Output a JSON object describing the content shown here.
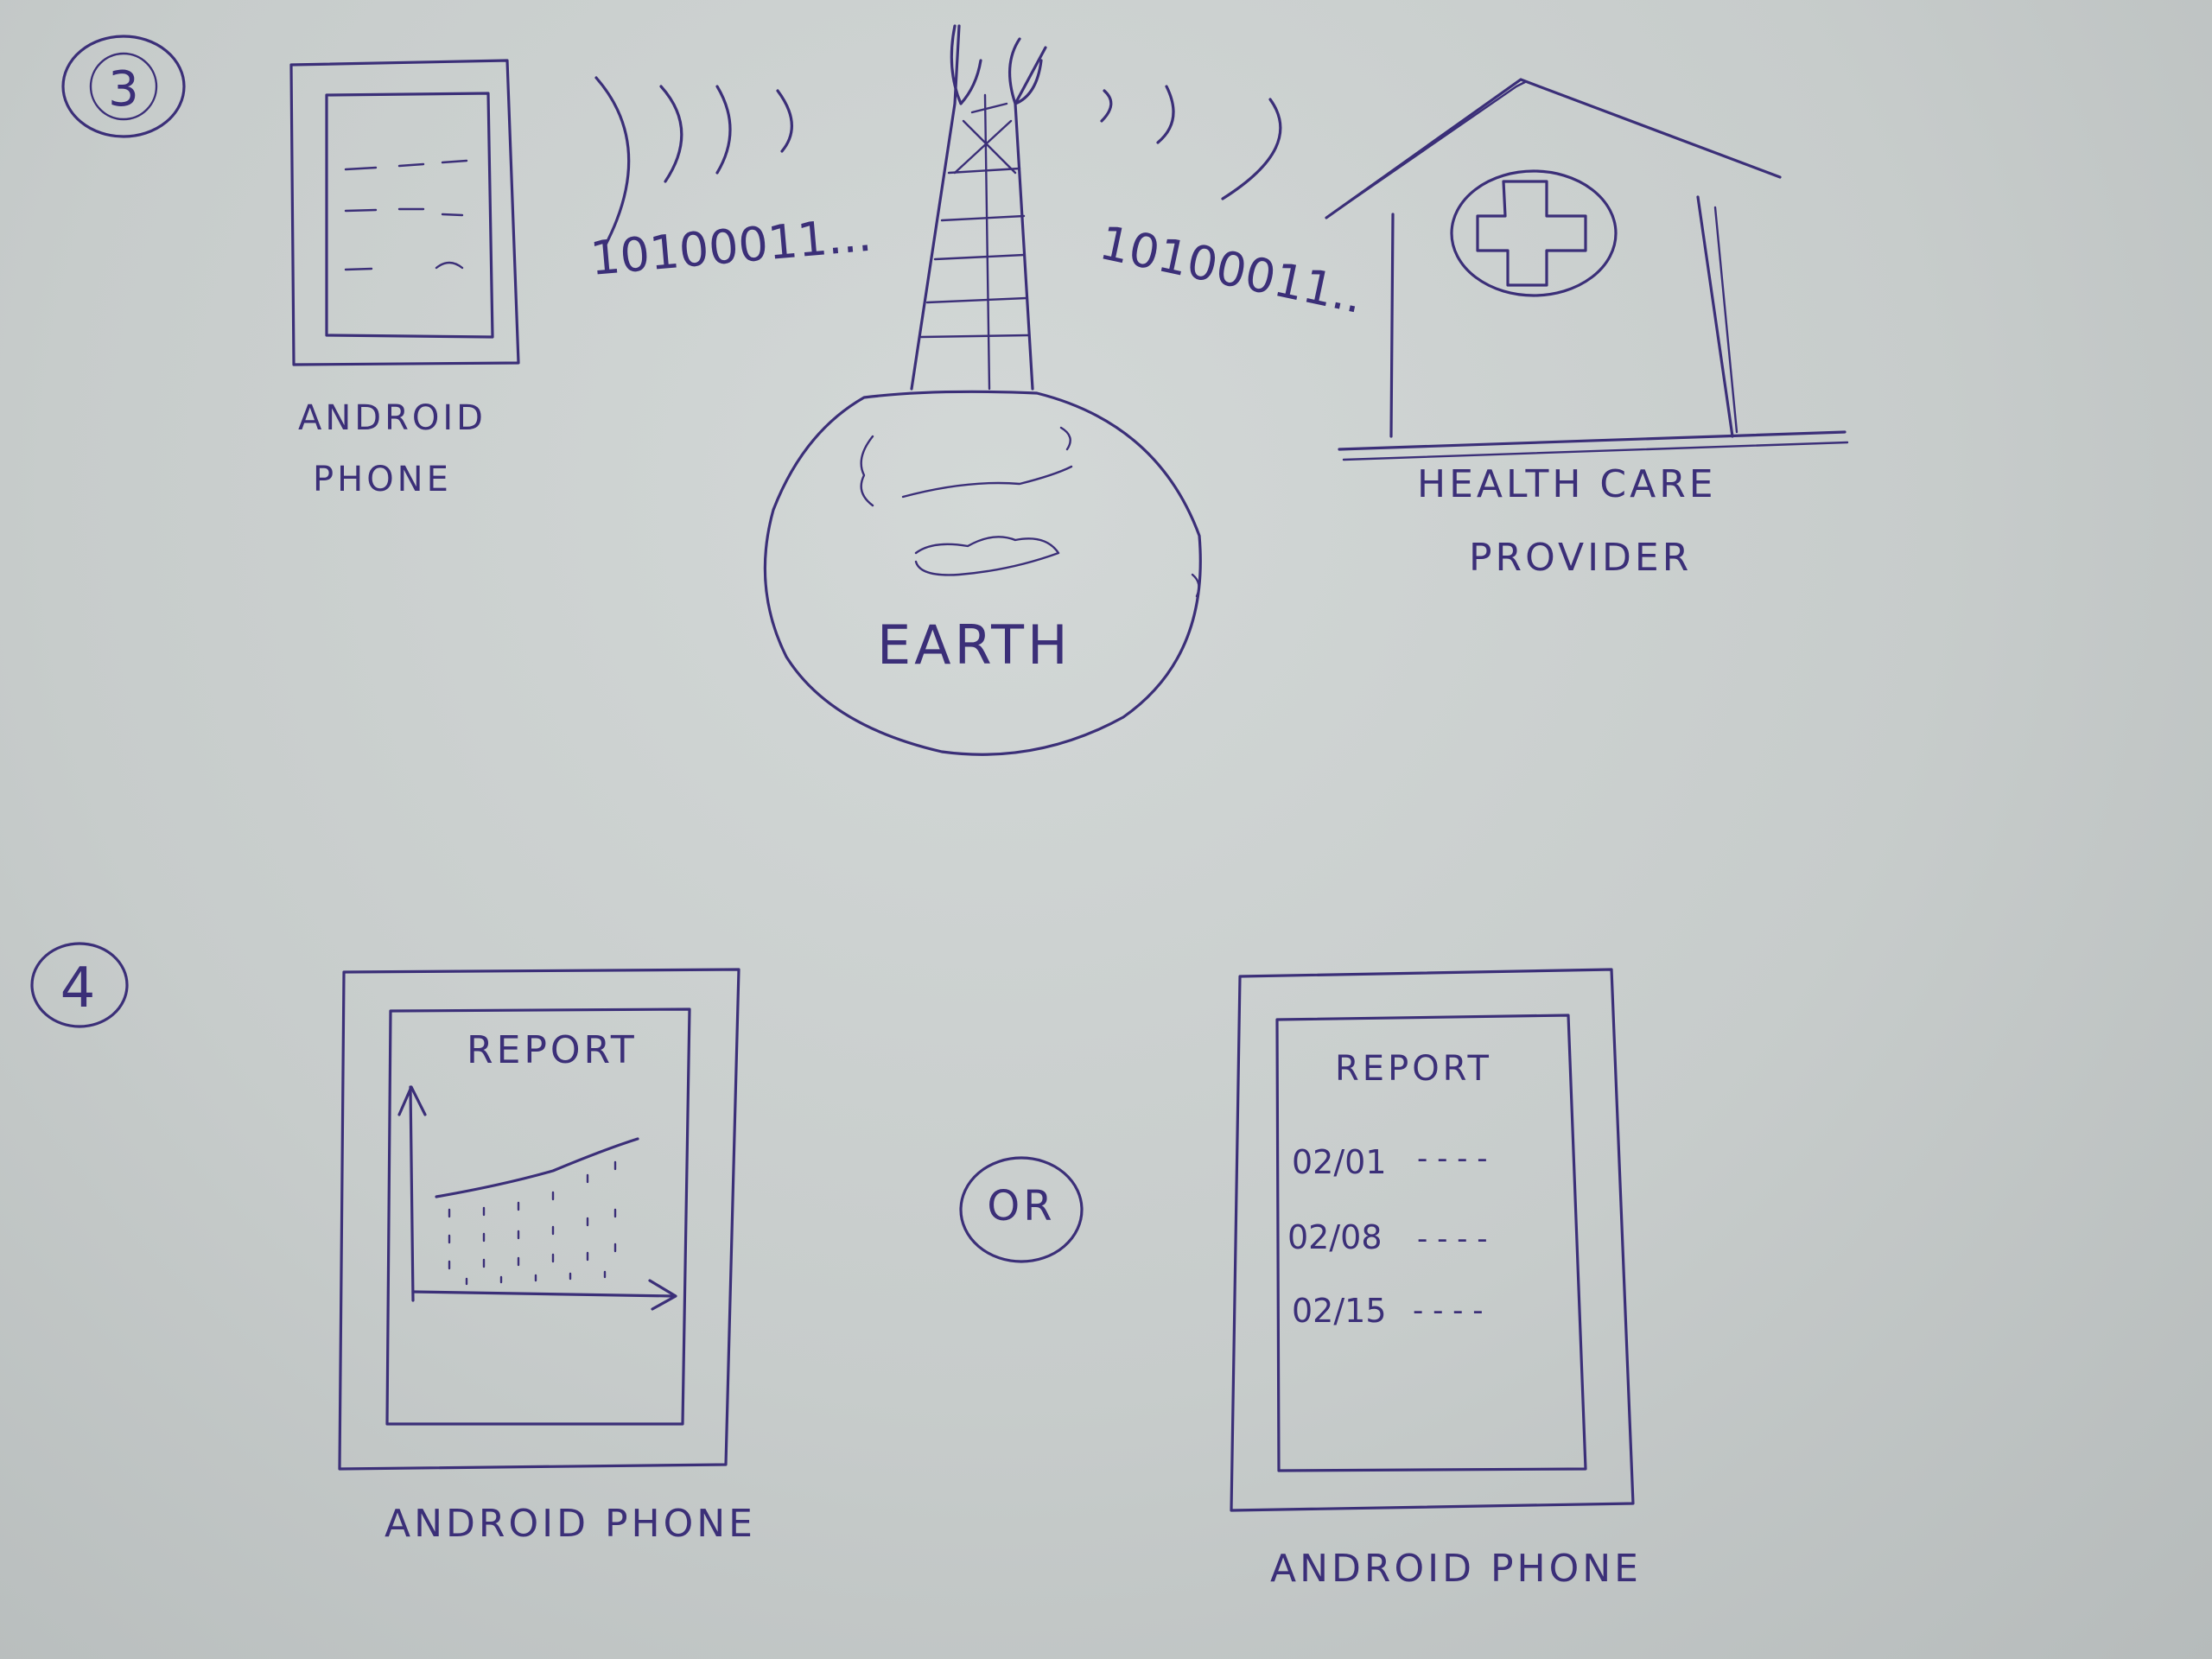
{
  "section3": {
    "step_number": "3",
    "phone_label_line1": "ANDROID",
    "phone_label_line2": "PHONE",
    "binary_left": "10100011...",
    "binary_right": "10100011..",
    "earth_label": "EARTH",
    "provider_label_line1": "HEALTH CARE",
    "provider_label_line2": "PROVIDER"
  },
  "section4": {
    "step_number": "4",
    "or_label": "OR",
    "left_phone": {
      "screen_title": "REPORT",
      "label": "ANDROID PHONE"
    },
    "right_phone": {
      "screen_title": "REPORT",
      "rows": [
        {
          "date": "02/01",
          "value": "- - - -"
        },
        {
          "date": "02/08",
          "value": "- - - -"
        },
        {
          "date": "02/15",
          "value": "- - - -"
        }
      ],
      "label": "ANDROID PHONE"
    }
  }
}
